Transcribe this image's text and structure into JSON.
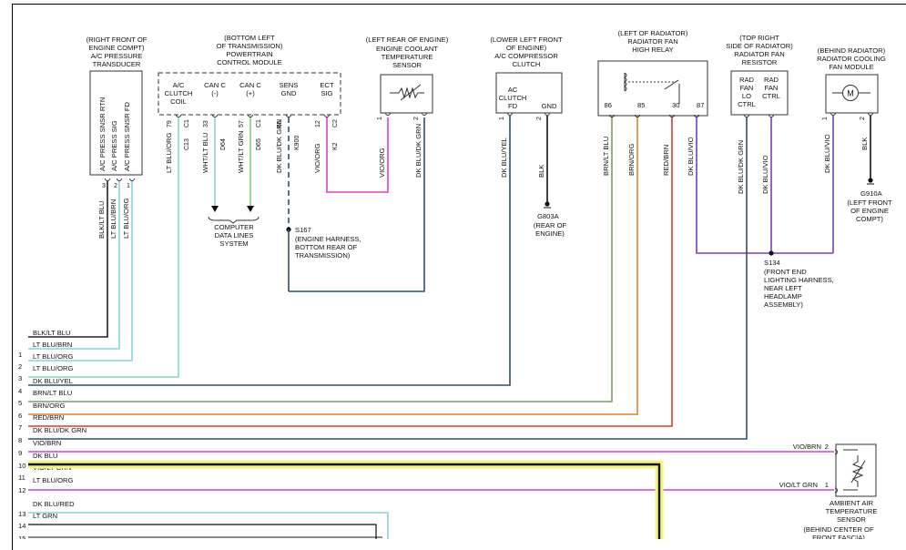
{
  "components": {
    "ac_pressure_transducer": {
      "location": [
        "(RIGHT FRONT OF",
        "ENGINE COMPT)"
      ],
      "name": [
        "A/C PRESSURE",
        "TRANSDUCER"
      ],
      "pins": [
        {
          "pin": "3",
          "label": "A/C PRESS SNSR RTN",
          "wire": "BLK/LT BLU"
        },
        {
          "pin": "2",
          "label": "A/C PRESS SIG",
          "wire": "LT BLU/BRN"
        },
        {
          "pin": "1",
          "label": "A/C PRESS SNSR FD",
          "wire": "LT BLU/ORG"
        }
      ]
    },
    "pcm": {
      "location": [
        "(BOTTOM LEFT",
        "OF TRANSMISSION)"
      ],
      "name": [
        "POWERTRAIN",
        "CONTROL MODULE"
      ],
      "pins": [
        {
          "label": [
            "A/C",
            "CLUTCH",
            "COIL"
          ],
          "pin": "79",
          "conn": "C1",
          "wire": "LT BLU/ORG",
          "circuit": "C13"
        },
        {
          "label": [
            "CAN C",
            "(-)"
          ],
          "pin": "33",
          "wire": "WHT/LT BLU",
          "circuit": "D64"
        },
        {
          "label": [
            "CAN C",
            "(+)"
          ],
          "pin": "57",
          "conn": "C1",
          "wire": "WHT/LT GRN",
          "circuit": "D65"
        },
        {
          "label": [
            "SENS",
            "GND"
          ],
          "pin": "66",
          "wire": "DK BLU/DK GRN",
          "circuit": "K900"
        },
        {
          "label": [
            "ECT",
            "SIG"
          ],
          "pin": "12",
          "conn": "C2",
          "wire": "VIO/ORG",
          "circuit": "K2"
        }
      ]
    },
    "ect_sensor": {
      "location": [
        "(LEFT REAR OF ENGINE)"
      ],
      "name": [
        "ENGINE COOLANT",
        "TEMPERATURE",
        "SENSOR"
      ],
      "pins": [
        {
          "pin": "1",
          "wire": "VIO/ORG"
        },
        {
          "pin": "2",
          "wire": "DK BLU/DK GRN"
        }
      ]
    },
    "ac_clutch": {
      "location": [
        "(LOWER LEFT FRONT",
        "OF ENGINE)"
      ],
      "name": [
        "A/C COMPRESSOR",
        "CLUTCH"
      ],
      "pins": [
        {
          "label": [
            "AC",
            "CLUTCH",
            "FD"
          ],
          "pin": "1",
          "wire": "DK BLU/YEL"
        },
        {
          "label": [
            "GND"
          ],
          "pin": "2",
          "wire": "BLK"
        }
      ]
    },
    "fan_relay": {
      "location": [
        "(LEFT OF RADIATOR)"
      ],
      "name": [
        "RADIATOR FAN",
        "HIGH RELAY"
      ],
      "pins": [
        {
          "pin": "86",
          "wire": "BRN/LT BLU"
        },
        {
          "pin": "85",
          "wire": "BRN/ORG"
        },
        {
          "pin": "30",
          "wire": "RED/BRN"
        },
        {
          "pin": "87",
          "wire": "DK BLU/VIO"
        }
      ]
    },
    "fan_resistor": {
      "location": [
        "(TOP RIGHT",
        "SIDE OF RADIATOR)"
      ],
      "name": [
        "RADIATOR FAN",
        "RESISTOR"
      ],
      "pins": [
        {
          "label": [
            "RAD",
            "FAN",
            "LO",
            "CTRL"
          ],
          "wire": "DK BLU/DK GRN"
        },
        {
          "label": [
            "RAD",
            "FAN",
            "CTRL"
          ],
          "wire": "DK BLU/VIO"
        }
      ]
    },
    "fan_module": {
      "location": [
        "(BEHIND RADIATOR)"
      ],
      "name": [
        "RADIATOR COOLING",
        "FAN MODULE"
      ],
      "motor": "M",
      "pins": [
        {
          "pin": "1",
          "wire": "DK BLU/VIO"
        },
        {
          "pin": "2",
          "wire": "BLK"
        }
      ]
    },
    "ambient_sensor": {
      "name": [
        "AMBIENT AIR",
        "TEMPERATURE",
        "SENSOR"
      ],
      "location": [
        "(BEHIND CENTER OF",
        "FRONT FASCIA)"
      ],
      "pins": [
        {
          "pin": "2",
          "wire": "VIO/BRN"
        },
        {
          "pin": "1",
          "wire": "VIO/LT GRN"
        }
      ]
    }
  },
  "splices": {
    "s167": {
      "name": "S167",
      "desc": [
        "(ENGINE HARNESS,",
        "BOTTOM REAR OF",
        "TRANSMISSION)"
      ]
    },
    "s134": {
      "name": "S134",
      "desc": [
        "(FRONT END",
        "LIGHTING HARNESS,",
        "NEAR LEFT",
        "HEADLAMP",
        "ASSEMBLY)"
      ]
    }
  },
  "grounds": {
    "g803a": {
      "name": "G803A",
      "desc": [
        "(REAR OF",
        "ENGINE)"
      ]
    },
    "g910a": {
      "name": "G910A",
      "desc": [
        "(LEFT FRONT",
        "OF ENGINE",
        "COMPT)"
      ]
    }
  },
  "data_lines": [
    "COMPUTER",
    "DATA LINES",
    "SYSTEM"
  ],
  "harness": [
    {
      "num": "",
      "wire": "BLK/LT BLU",
      "color": "#111111"
    },
    {
      "num": "1",
      "wire": "LT BLU/BRN",
      "color": "#8ad3dc"
    },
    {
      "num": "2",
      "wire": "LT BLU/ORG",
      "color": "#8ad3dc"
    },
    {
      "num": "3",
      "wire": "LT BLU/ORG",
      "color": "#7fdcc4"
    },
    {
      "num": "4",
      "wire": "DK BLU/YEL",
      "color": "#2e4a6a"
    },
    {
      "num": "5",
      "wire": "BRN/LT BLU",
      "color": "#79a060"
    },
    {
      "num": "6",
      "wire": "BRN/ORG",
      "color": "#d9862a"
    },
    {
      "num": "7",
      "wire": "RED/BRN",
      "color": "#e03a2a"
    },
    {
      "num": "8",
      "wire": "DK BLU/DK GRN",
      "color": "#2f4f6f"
    },
    {
      "num": "9",
      "wire": "VIO/BRN",
      "color": "#d040d0"
    },
    {
      "num": "10",
      "wire": "DK BLU",
      "color": "#111111"
    },
    {
      "num": "11",
      "wire": "VIO/LT GRN",
      "color": "#d040d0"
    },
    {
      "num": "12",
      "wire": "LT BLU/ORG",
      "color": "#8ad3dc"
    },
    {
      "num": "13",
      "wire": "DK BLU/RED",
      "color": "#111111"
    },
    {
      "num": "14",
      "wire": "LT GRN",
      "color": "#111111"
    },
    {
      "num": "15",
      "wire": "",
      "color": "#111111"
    }
  ],
  "colors": {
    "vio": "#d040d0",
    "vio_dark": "#7a3fb5",
    "pink": "#e040c0",
    "lt_blu": "#8ad3dc",
    "lt_grn": "#7fcf7f",
    "dk_blu": "#2f4f6f",
    "brn_lt_blu": "#79a060",
    "brn_org": "#d9862a",
    "red_brn": "#e03a2a",
    "highlight": "#f5f57a"
  }
}
